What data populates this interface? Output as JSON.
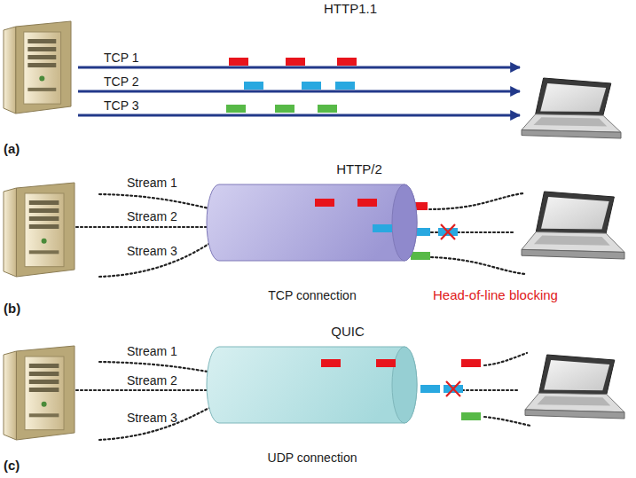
{
  "diagram": {
    "nodes": [
      {
        "text": [
          "TCP connection"
        ]
      },
      {
        "text": [
          "UDP connection"
        ]
      }
    ],
    "labels": [
      "HTTP1.1",
      "TCP 1",
      "TCP 2",
      "TCP 3",
      "(a)",
      "HTTP/2",
      "Stream 1",
      "Stream 2",
      "Stream 3",
      "Head-of-line blocking",
      "(b)",
      "QUIC",
      "Stream 1",
      "Stream 2",
      "Stream 3",
      "(c)"
    ]
  }
}
